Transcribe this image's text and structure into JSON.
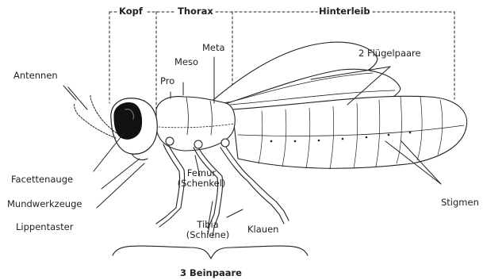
{
  "diagram": {
    "regions": {
      "head": "Kopf",
      "thorax": "Thorax",
      "abdomen": "Hinterleib"
    },
    "thorax_segments": {
      "pro": "Pro",
      "meso": "Meso",
      "meta": "Meta"
    },
    "parts": {
      "antennae": "Antennen",
      "compound_eye": "Facettenauge",
      "mouthparts": "Mundwerkzeuge",
      "labial_palps": "Lippentaster",
      "wings": "2 Flügelpaare",
      "femur_line1": "Femur",
      "femur_line2": "(Schenkel)",
      "tibia_line1": "Tibia",
      "tibia_line2": "(Schiene)",
      "claws": "Klauen",
      "spiracles": "Stigmen"
    },
    "legs_caption": "3 Beinpaare",
    "colors": {
      "ink": "#222222",
      "eye": "#111111",
      "paper": "#ffffff"
    }
  }
}
